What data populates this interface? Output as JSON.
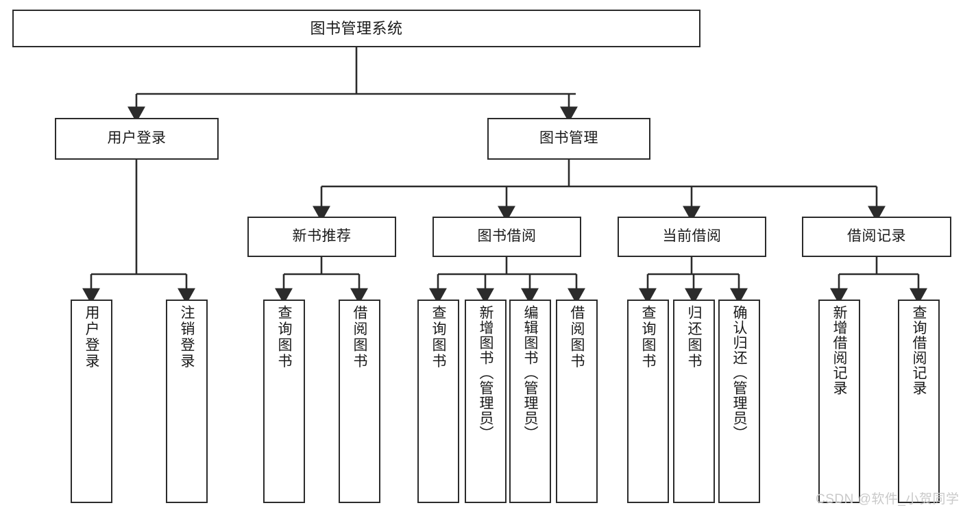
{
  "diagram": {
    "title": "图书管理系统",
    "type": "tree-hierarchy-diagram",
    "watermark": "CSDN @软件_小贺同学",
    "colors": {
      "stroke": "#2b2b2b",
      "fill": "#ffffff",
      "text": "#1a1a1a",
      "watermark": "#c9c9c9"
    },
    "root": {
      "label": "图书管理系统"
    },
    "level2": [
      {
        "label": "用户登录"
      },
      {
        "label": "图书管理"
      }
    ],
    "level3": [
      {
        "label": "新书推荐"
      },
      {
        "label": "图书借阅"
      },
      {
        "label": "当前借阅"
      },
      {
        "label": "借阅记录"
      }
    ],
    "leaves": {
      "user_login": [
        {
          "label": "用户登录"
        },
        {
          "label": "注销登录"
        }
      ],
      "new_book_recommend": [
        {
          "label": "查询图书"
        },
        {
          "label": "借阅图书"
        }
      ],
      "book_borrow": [
        {
          "label": "查询图书"
        },
        {
          "label": "新增图书（管理员）"
        },
        {
          "label": "编辑图书（管理员）"
        },
        {
          "label": "借阅图书"
        }
      ],
      "current_borrow": [
        {
          "label": "查询图书"
        },
        {
          "label": "归还图书"
        },
        {
          "label": "确认归还（管理员）"
        }
      ],
      "borrow_record": [
        {
          "label": "新增借阅记录"
        },
        {
          "label": "查询借阅记录"
        }
      ]
    }
  }
}
